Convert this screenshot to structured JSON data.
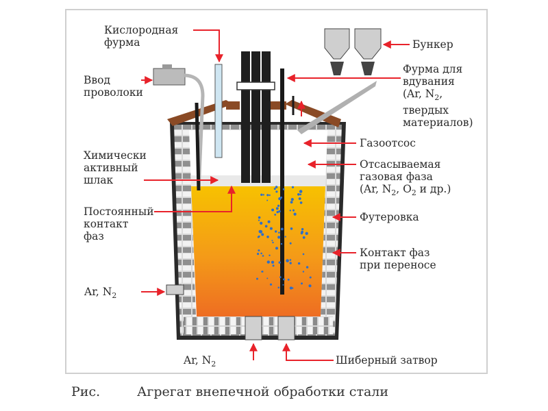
{
  "labels": {
    "oxygen_lance": [
      "Кислородная",
      "фурма"
    ],
    "wire_feed": [
      "Ввод",
      "проволоки"
    ],
    "chemical_slag": [
      "Химически",
      "активный",
      "шлак"
    ],
    "phase_contact": [
      "Постоянный",
      "контакт",
      "фаз"
    ],
    "gas_in_left": {
      "text": "Ar, N",
      "sub": "2"
    },
    "gas_in_bottom": {
      "text": "Ar, N",
      "sub": "2"
    },
    "hopper": [
      "Бункер"
    ],
    "blowing_lance": {
      "lines": [
        "Фурма для",
        "вдувания"
      ],
      "gases": {
        "prefix": "(Ar, N",
        "sub": "2",
        "suffix": ","
      },
      "rest": [
        "твердых",
        "материалов)"
      ]
    },
    "gas_exhaust": [
      "Газоотсос"
    ],
    "extracted_gas": {
      "lines": [
        "Отсасываемая",
        "газовая фаза"
      ],
      "gases": {
        "prefix": "(Ar, N",
        "sub1": "2",
        "mid": ", O",
        "sub2": "2",
        "suffix": " и др.)"
      }
    },
    "lining": [
      "Футеровка"
    ],
    "transfer_contact": [
      "Контакт фаз",
      "при переносе"
    ],
    "slide_gate": [
      "Шиберный затвор"
    ]
  },
  "caption": {
    "prefix": "Рис.",
    "title": "Агрегат внепечной обработки стали"
  },
  "colors": {
    "arrow": "#e8222a",
    "melt_top": "#f5c400",
    "melt_bottom": "#f07020",
    "slag": "#e9e9e9",
    "lid": "#8a4a25",
    "electrode": "#1f1f1f",
    "lining_brick": "#8f8f8f",
    "bubbles": "#2f6ec8"
  }
}
